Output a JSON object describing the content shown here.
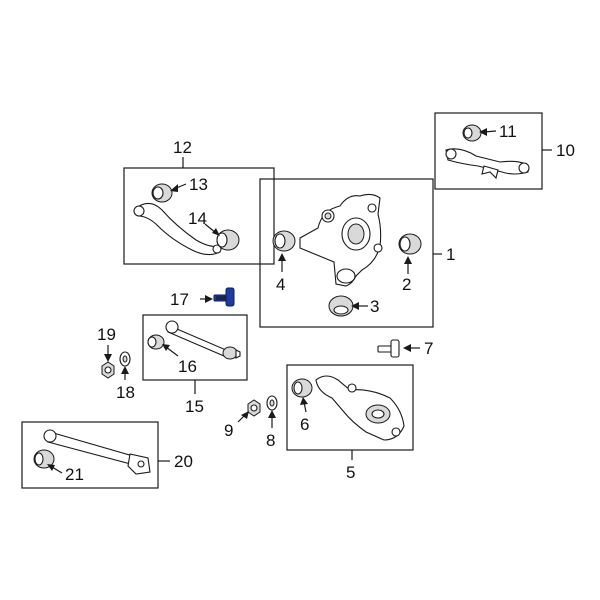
{
  "diagram": {
    "highlight_color": "#1f3c9c",
    "line_color": "#1a1a1a",
    "callouts": {
      "c1": "1",
      "c2": "2",
      "c3": "3",
      "c4": "4",
      "c5": "5",
      "c6": "6",
      "c7": "7",
      "c8": "8",
      "c9": "9",
      "c10": "10",
      "c11": "11",
      "c12": "12",
      "c13": "13",
      "c14": "14",
      "c15": "15",
      "c16": "16",
      "c17": "17",
      "c18": "18",
      "c19": "19",
      "c20": "20",
      "c21": "21"
    },
    "highlighted_part": "17"
  }
}
